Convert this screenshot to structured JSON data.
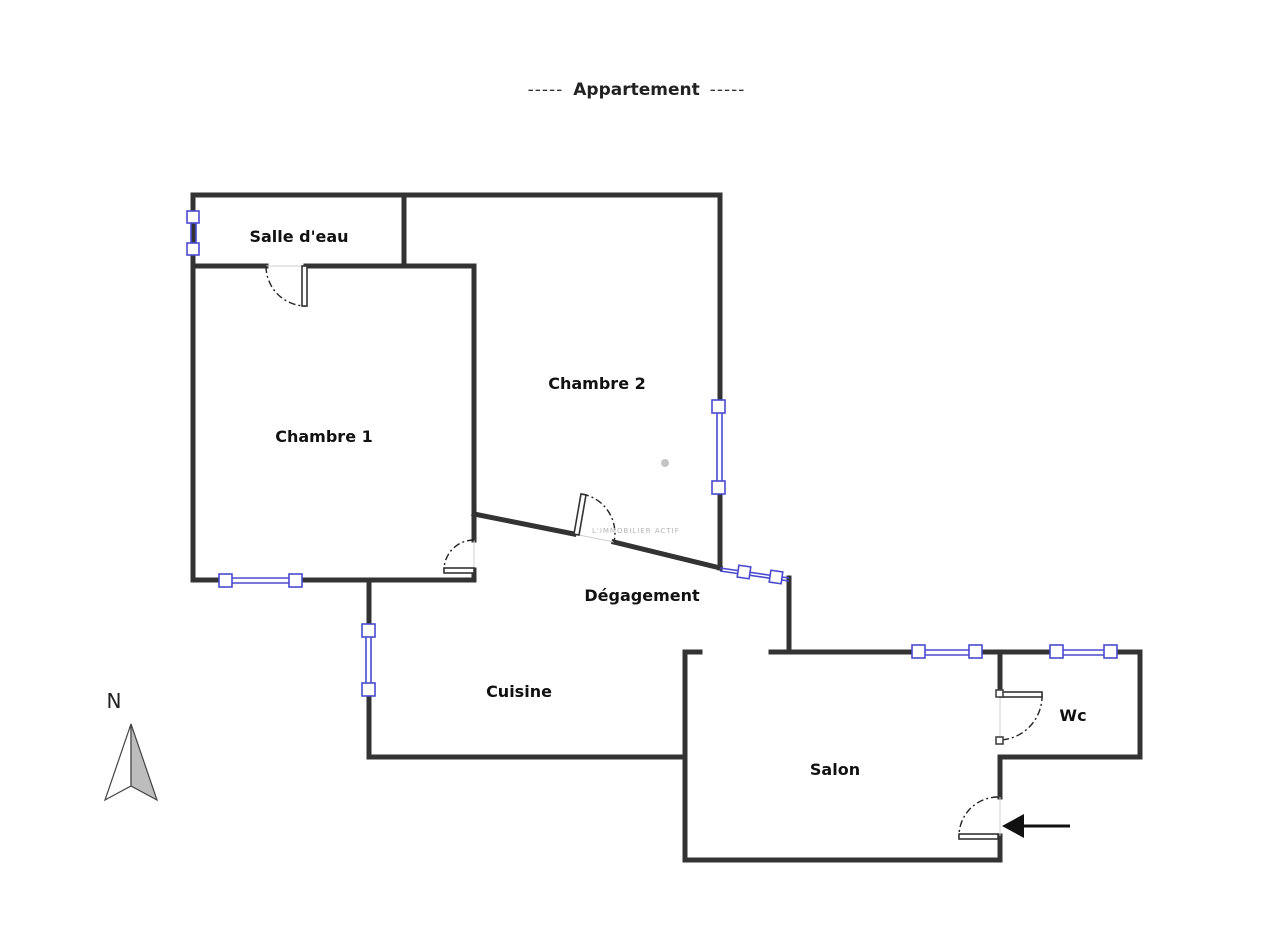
{
  "header": {
    "title": "Appartement",
    "dash_left": "-----",
    "dash_right": "-----"
  },
  "rooms": {
    "salle_eau": "Salle d'eau",
    "chambre_1": "Chambre 1",
    "chambre_2": "Chambre 2",
    "degagement": "Dégagement",
    "cuisine": "Cuisine",
    "salon": "Salon",
    "wc": "Wc"
  },
  "compass": {
    "label": "N"
  },
  "watermark": "L'IMMOBILIER ACTIF",
  "colors": {
    "wall": "#333333",
    "window": "#4a4ad0",
    "background": "#ffffff"
  }
}
